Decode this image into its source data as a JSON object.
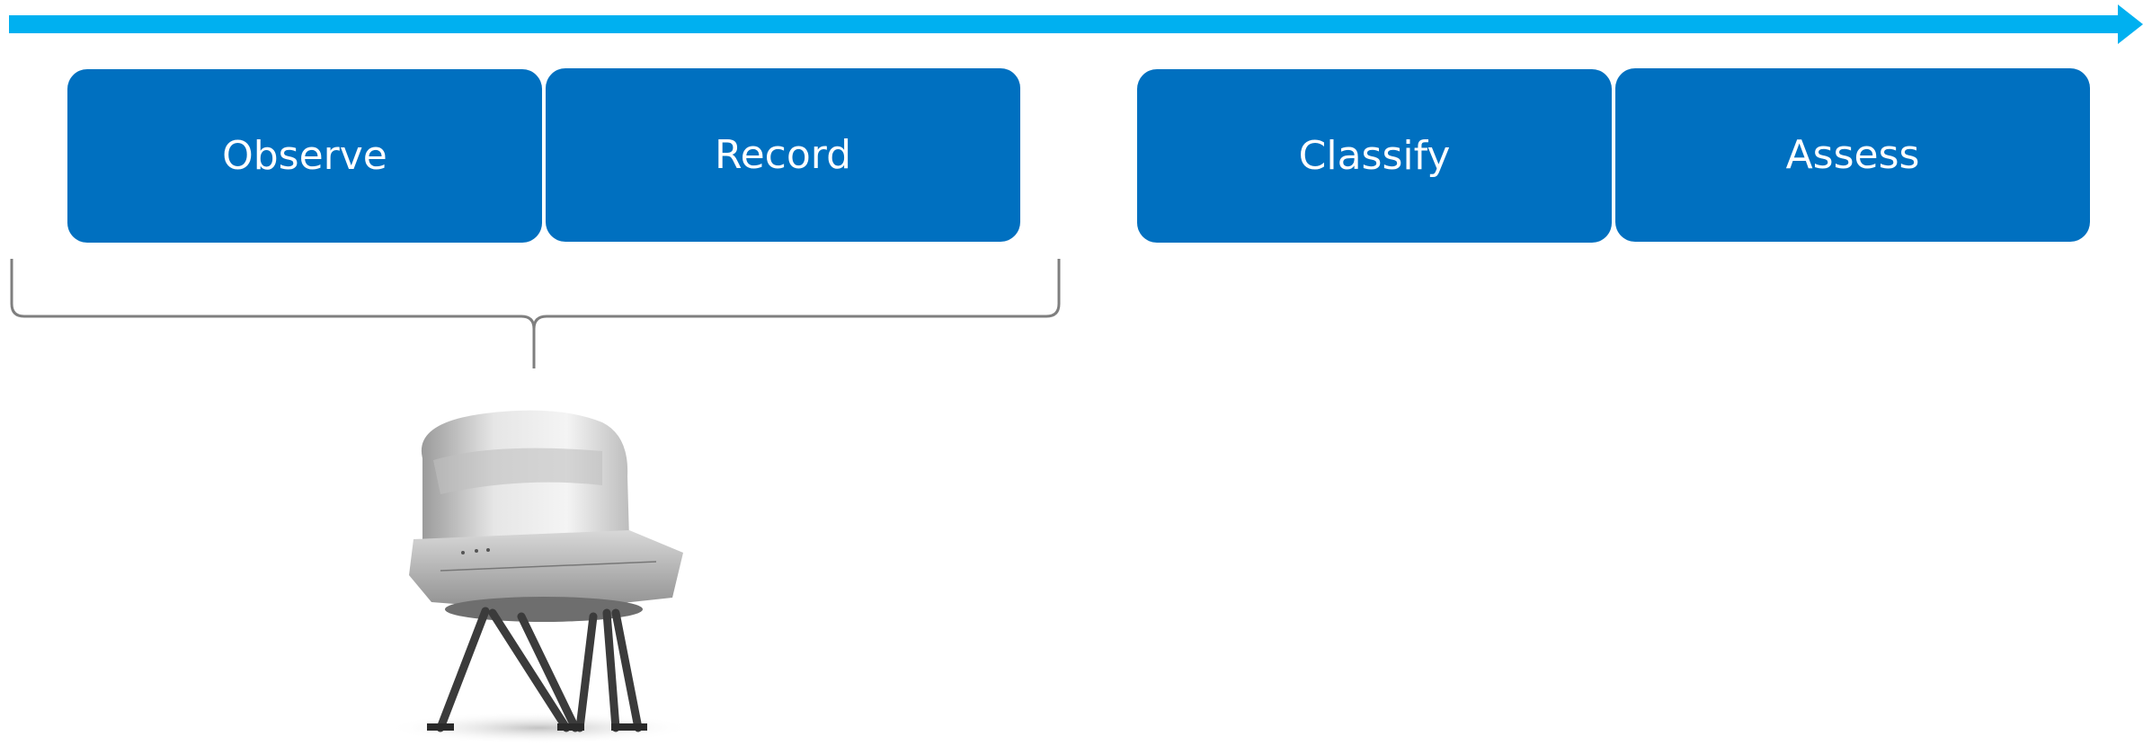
{
  "timeline": {
    "color": "#00b0f0",
    "arrow": "right-arrow"
  },
  "stages": {
    "observe": "Observe",
    "record": "Record",
    "classify": "Classify",
    "assess": "Assess"
  },
  "colors": {
    "stage_fill": "#0070c0",
    "stage_text": "#ffffff",
    "brace": "#7f7f7f"
  },
  "image": {
    "subject": "flight-simulator-icon"
  }
}
